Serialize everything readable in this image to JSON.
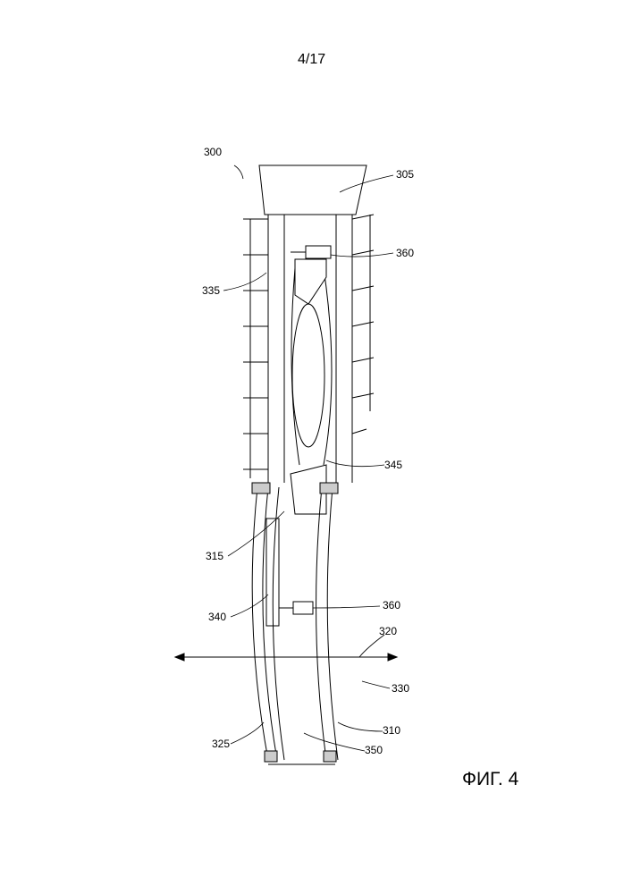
{
  "page_number": "4/17",
  "figure_label": "ФИГ. 4",
  "labels": {
    "l300": "300",
    "l305": "305",
    "l360a": "360",
    "l335": "335",
    "l345": "345",
    "l315": "315",
    "l340": "340",
    "l360b": "360",
    "l320": "320",
    "l330": "330",
    "l310": "310",
    "l325": "325",
    "l350": "350"
  }
}
